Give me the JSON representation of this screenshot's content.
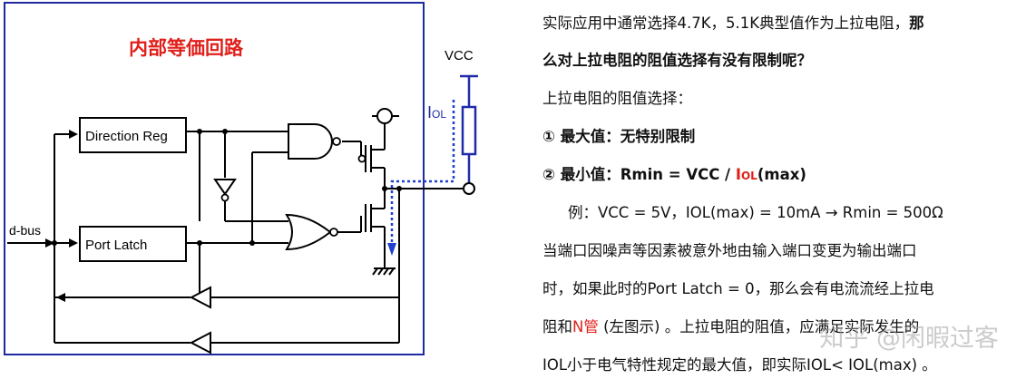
{
  "diagram": {
    "title": "内部等価回路",
    "vcc_label": "VCC",
    "iol_prefix": "I",
    "iol_sub": "OL",
    "direction_reg_label": "Direction Reg",
    "port_latch_label": "Port Latch",
    "dbus_label": "d-bus",
    "colors": {
      "frame": "#1f2a9e",
      "title": "#e0201b",
      "wire": "#000000",
      "pullup": "#1f2aa8",
      "current": "#1f3fcf"
    }
  },
  "text": {
    "l1_a": "实际应用中通常选择4.7K，5.1K典型值作为上拉电阻，",
    "l1_b": "那",
    "l2": "么对上拉电阻的阻值选择有没有限制呢？",
    "l3": "上拉电阻的阻值选择：",
    "l4": "① 最大值：无特别限制",
    "l5_a": "② 最小值：Rmin = VCC / ",
    "l5_i": "I",
    "l5_ol": "OL",
    "l5_c": "(max)",
    "l6": "例：VCC = 5V，IOL(max) = 10mA → Rmin = 500Ω",
    "l7": "当端口因噪声等因素被意外地由输入端口变更为输出端口",
    "l8": "时，如果此时的Port  Latch = 0，那么会有电流流经上拉电",
    "l9_a": "阻和",
    "l9_n": "N管",
    "l9_b": " (左图示) 。上拉电阻的阻值，应满足实际发生的",
    "l10": "IOL小于电气特性规定的最大值，即实际IOL< IOL(max) 。"
  },
  "watermark": "知乎 @闲暇过客"
}
